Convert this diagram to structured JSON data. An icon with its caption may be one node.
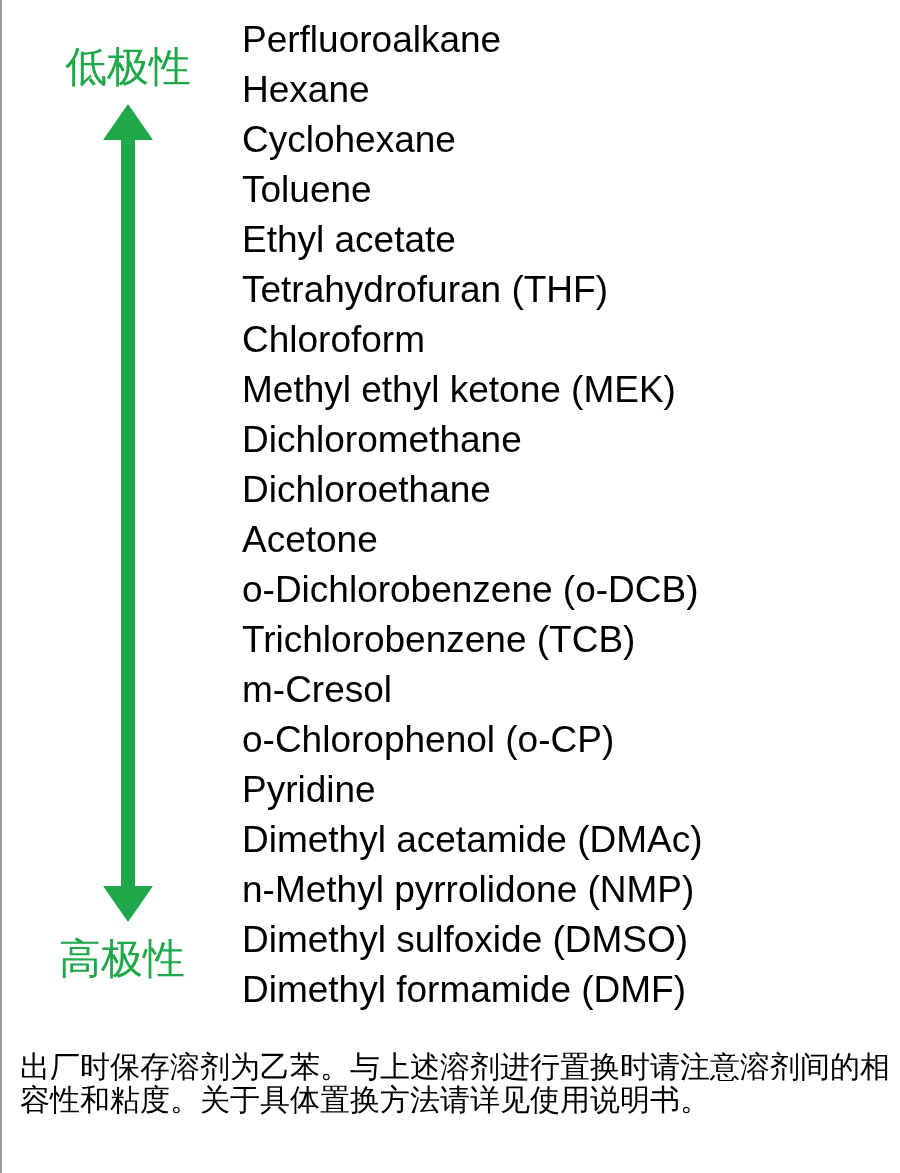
{
  "diagram": {
    "nodes": [
      {
        "text": [
          "低极性"
        ]
      },
      {
        "text": [
          "高极性"
        ]
      }
    ],
    "edges": [
      {
        "from": 0,
        "to": 1,
        "arrow": "both",
        "color": "#1fa84a"
      }
    ],
    "labels": [
      "Perfluoroalkane",
      "Hexane",
      "Cyclohexane",
      "Toluene",
      "Ethyl acetate",
      "Tetrahydrofuran (THF)",
      "Chloroform",
      "Methyl ethyl ketone (MEK)",
      "Dichloromethane",
      "Dichloroethane",
      "Acetone",
      "o-Dichlorobenzene (o-DCB)",
      "Trichlorobenzene (TCB)",
      "m-Cresol",
      "o-Chlorophenol (o-CP)",
      "Pyridine",
      "Dimethyl acetamide (DMAc)",
      "n-Methyl pyrrolidone (NMP)",
      "Dimethyl sulfoxide (DMSO)",
      "Dimethyl formamide (DMF)"
    ],
    "caption": "出厂时保存溶剂为乙苯。与上述溶剂进行置换时请注意溶剂间的相容性和粘度。关于具体置换方法请详见使用说明书。"
  }
}
